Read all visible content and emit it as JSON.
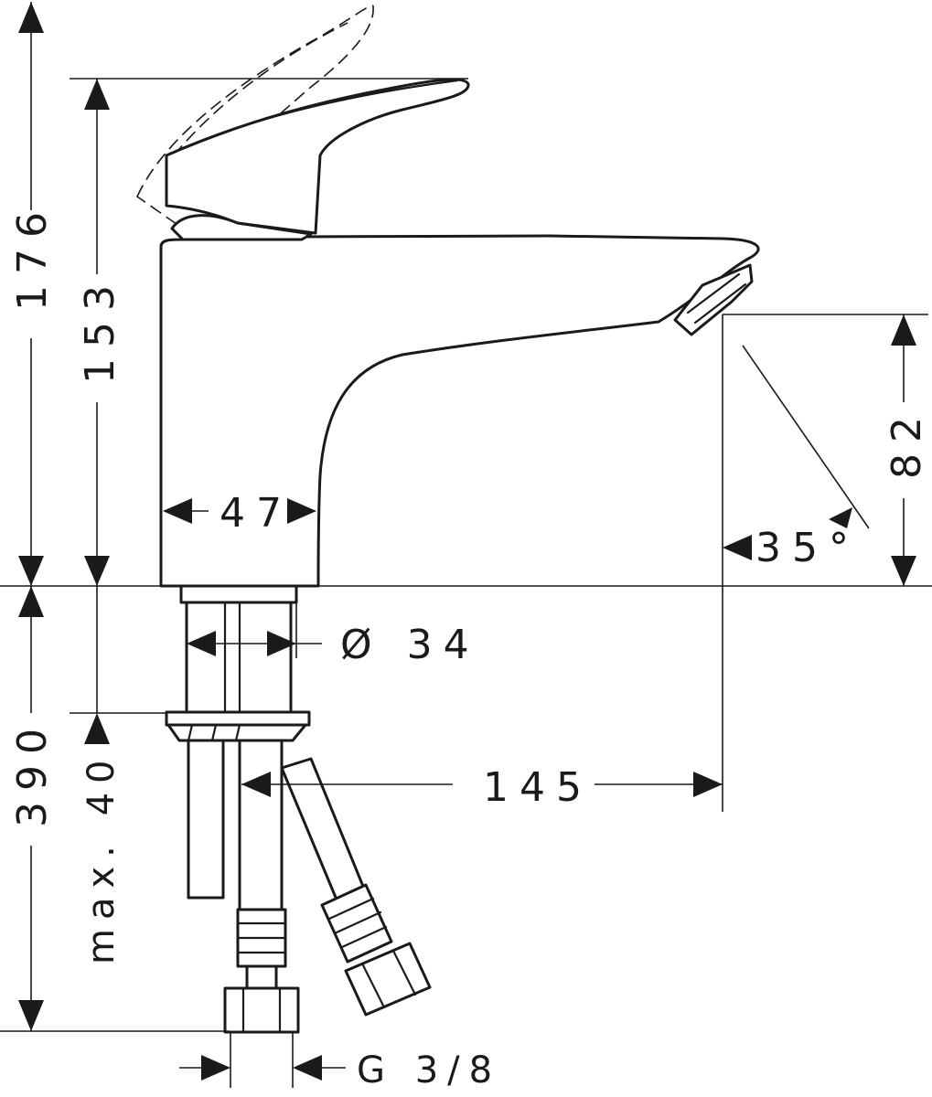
{
  "dimensions": {
    "total_height": "176",
    "handle_height": "153",
    "spout_clearance": "82",
    "body_width": "47",
    "spout_angle": "35°",
    "shank_diameter": "Ø 34",
    "below_deck_length": "390",
    "max_deck_thickness": "max. 40",
    "spout_reach": "145",
    "connection_thread": "G 3/8"
  },
  "colors": {
    "line": "#1a1a1a",
    "background": "#ffffff"
  }
}
